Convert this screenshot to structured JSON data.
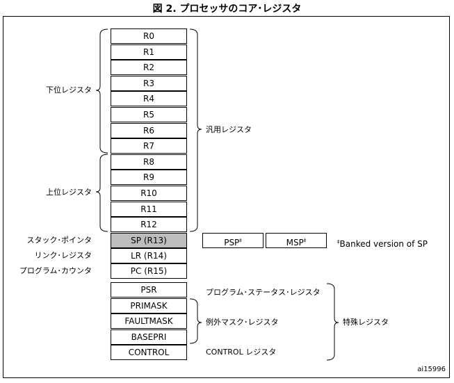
{
  "title": "図 2. プロセッサのコア･レジスタ",
  "general_registers": [
    "R0",
    "R1",
    "R2",
    "R3",
    "R4",
    "R5",
    "R6",
    "R7",
    "R8",
    "R9",
    "R10",
    "R11",
    "R12"
  ],
  "labels": {
    "low_regs": "下位レジスタ",
    "high_regs": "上位レジスタ",
    "general_purpose": "汎用レジスタ",
    "stack_pointer": "スタック･ポインタ",
    "link_register": "リンク･レジスタ",
    "program_counter": "プログラム･カウンタ",
    "program_status": "プログラム･ステータス･レジスタ",
    "exception_mask": "例外マスク･レジスタ",
    "control_register": "CONTROL レジスタ",
    "special_registers": "特殊レジスタ"
  },
  "sp": "SP (R13)",
  "lr": "LR (R14)",
  "pc": "PC (R15)",
  "psp": "PSP",
  "msp": "MSP",
  "dagger": "‡",
  "banked_note": "Banked version of SP",
  "special": [
    "PSR",
    "PRIMASK",
    "FAULTMASK",
    "BASEPRI",
    "CONTROL"
  ],
  "figure_id": "ai15996"
}
